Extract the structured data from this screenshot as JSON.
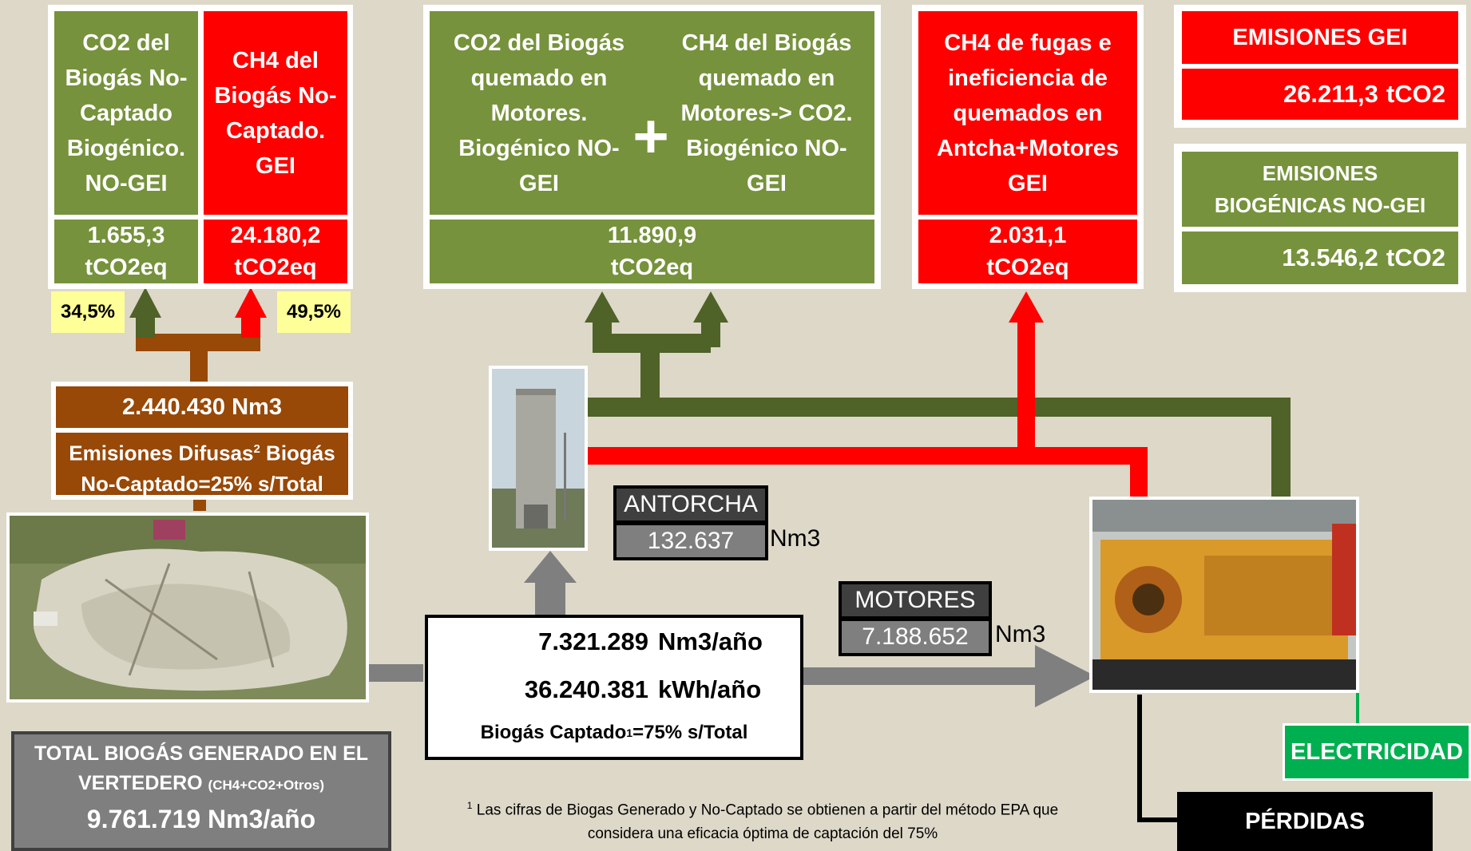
{
  "boxes": {
    "co2_nocaptado": {
      "title": "CO2 del Biogás No-Captado Biogénico. NO-GEI",
      "value": "1.655,3",
      "unit": "tCO2eq"
    },
    "ch4_nocaptado": {
      "title": "CH4 del Biogás No-Captado. GEI",
      "value": "24.180,2",
      "unit": "tCO2eq"
    },
    "co2_motores": {
      "title": "CO2 del Biogás quemado en Motores. Biogénico NO-GEI"
    },
    "ch4_motores": {
      "title": "CH4 del Biogás quemado en Motores-> CO2. Biogénico NO-GEI"
    },
    "motores_total": {
      "value": "11.890,9",
      "unit": "tCO2eq",
      "plus": "+"
    },
    "ch4_fugas": {
      "title": "CH4 de fugas e ineficiencia de quemados en Antcha+Motores GEI",
      "value": "2.031,1",
      "unit": "tCO2eq"
    }
  },
  "summary": {
    "gei_title": "EMISIONES GEI",
    "gei_value": "26.211,3",
    "gei_unit": "tCO2",
    "bio_title": "EMISIONES BIOGÉNICAS NO-GEI",
    "bio_value": "13.546,2",
    "bio_unit": "tCO2"
  },
  "percentages": {
    "co2": "34,5%",
    "ch4": "49,5%"
  },
  "diffuse": {
    "volume": "2.440.430 Nm3",
    "label_a": "Emisiones Difusas",
    "label_sup": "2",
    "label_b": " Biogás",
    "label_c": "No-Captado=25% s/Total"
  },
  "antorcha": {
    "label": "ANTORCHA",
    "value": "132.637",
    "unit": "Nm3"
  },
  "motores": {
    "label": "MOTORES",
    "value": "7.188.652",
    "unit": "Nm3"
  },
  "captured": {
    "volume": "7.321.289",
    "volume_unit": "Nm3/año",
    "energy": "36.240.381",
    "energy_unit": "kWh/año",
    "note_a": "Biogás Captado",
    "note_sup": "1",
    "note_b": "=75% s/Total"
  },
  "total": {
    "title_a": "TOTAL BIOGÁS GENERADO EN EL",
    "title_b": "VERTEDERO",
    "title_small": "(CH4+CO2+Otros)",
    "value": "9.761.719",
    "unit": "Nm3/año"
  },
  "footnote": {
    "sup": "1",
    "line1": " Las cifras de Biogas Generado y No-Captado se obtienen a partir del método EPA que",
    "line2": "considera una eficacia óptima de captación del 75%"
  },
  "outputs": {
    "electricity": "ELECTRICIDAD",
    "losses": "PÉRDIDAS"
  },
  "colors": {
    "green": "#76923c",
    "red": "#ff0000",
    "brown": "#984807",
    "flow_green": "#4f6228",
    "grey": "#7f7f7f"
  }
}
